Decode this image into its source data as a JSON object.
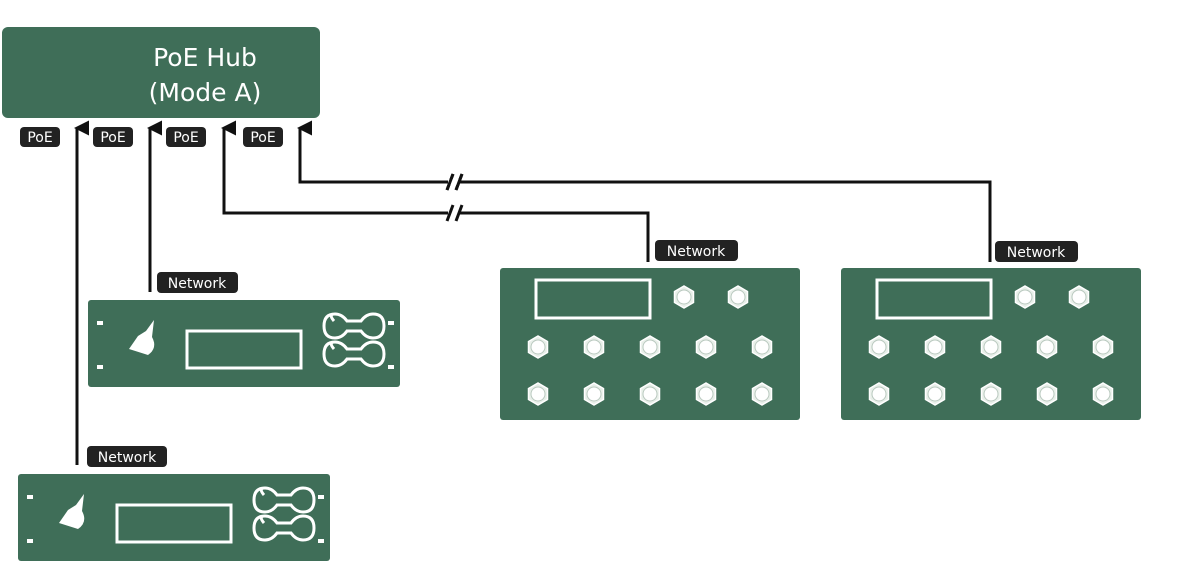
{
  "colors": {
    "device": "#3f6e58",
    "tag": "#222222",
    "wire": "#111111"
  },
  "hub": {
    "line1": "PoE Hub",
    "line2": "(Mode A)"
  },
  "poe_ports": [
    "PoE",
    "PoE",
    "PoE",
    "PoE"
  ],
  "network_labels": [
    "Network",
    "Network",
    "Network",
    "Network"
  ],
  "devices": [
    {
      "type": "rack-unit"
    },
    {
      "type": "rack-unit"
    },
    {
      "type": "pedalboard"
    },
    {
      "type": "pedalboard"
    }
  ]
}
